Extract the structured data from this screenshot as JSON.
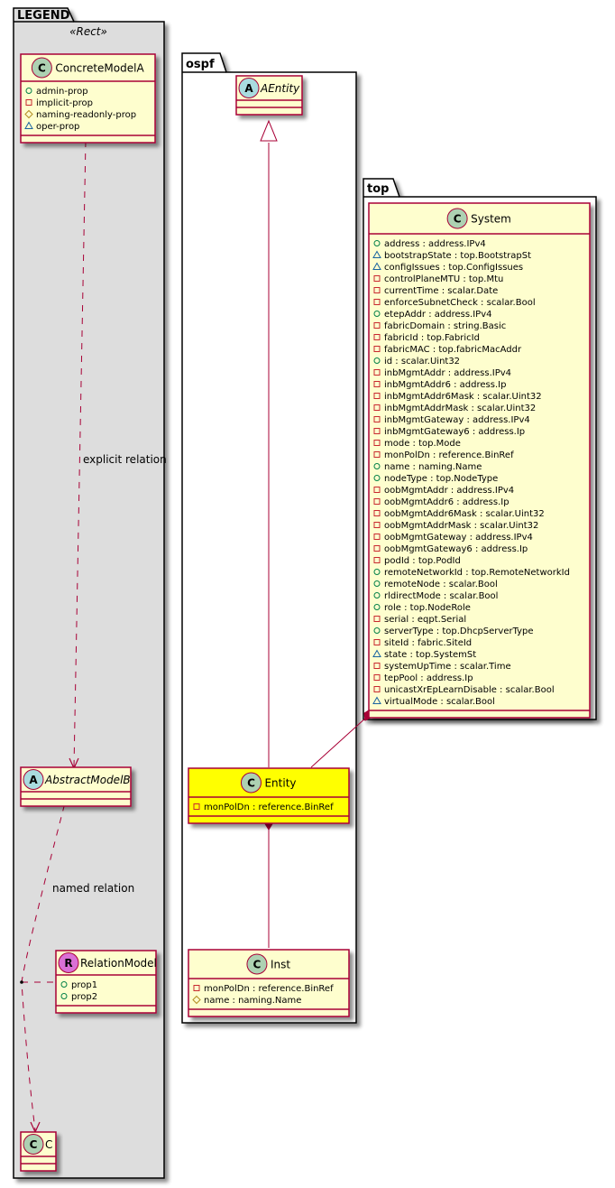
{
  "colors": {
    "class_fill": "#FEFECE",
    "class_border": "#A80036",
    "highlight_fill": "#FFFF00",
    "legend_bg": "#DDDDDD",
    "spot_class": "#ADD1B2",
    "spot_abstract": "#A9DCDF",
    "spot_relation": "#DA70D6",
    "vis_public": "#038048",
    "vis_private": "#C82930",
    "vis_protected": "#B38D22",
    "vis_package": "#1963A0"
  },
  "packages": {
    "legend": {
      "name": "LEGEND",
      "stereotype": "«Rect»"
    },
    "ospf": {
      "name": "ospf"
    },
    "top": {
      "name": "top"
    }
  },
  "classes": {
    "concreteModelA": {
      "name": "ConcreteModelA",
      "spot": "C",
      "abstract": false,
      "attributes": [
        {
          "vis": "public",
          "text": "admin-prop"
        },
        {
          "vis": "private",
          "text": "implicit-prop"
        },
        {
          "vis": "protected",
          "text": "naming-readonly-prop"
        },
        {
          "vis": "package",
          "text": "oper-prop"
        }
      ]
    },
    "abstractModelB": {
      "name": "AbstractModelB",
      "spot": "A",
      "abstract": true,
      "attributes": []
    },
    "relationModel": {
      "name": "RelationModel",
      "spot": "R",
      "abstract": false,
      "attributes": [
        {
          "vis": "public",
          "text": "prop1"
        },
        {
          "vis": "public",
          "text": "prop2"
        }
      ]
    },
    "c": {
      "name": "C",
      "spot": "C",
      "abstract": false,
      "attributes": []
    },
    "aEntity": {
      "name": "AEntity",
      "spot": "A",
      "abstract": true,
      "attributes": []
    },
    "entity": {
      "name": "Entity",
      "spot": "C",
      "abstract": false,
      "highlight": true,
      "attributes": [
        {
          "vis": "private",
          "text": "monPolDn : reference.BinRef"
        }
      ]
    },
    "inst": {
      "name": "Inst",
      "spot": "C",
      "abstract": false,
      "attributes": [
        {
          "vis": "private",
          "text": "monPolDn : reference.BinRef"
        },
        {
          "vis": "protected",
          "text": "name : naming.Name"
        }
      ]
    },
    "system": {
      "name": "System",
      "spot": "C",
      "abstract": false,
      "attributes": [
        {
          "vis": "public",
          "text": "address : address.IPv4"
        },
        {
          "vis": "package",
          "text": "bootstrapState : top.BootstrapSt"
        },
        {
          "vis": "package",
          "text": "configIssues : top.ConfigIssues"
        },
        {
          "vis": "private",
          "text": "controlPlaneMTU : top.Mtu"
        },
        {
          "vis": "private",
          "text": "currentTime : scalar.Date"
        },
        {
          "vis": "private",
          "text": "enforceSubnetCheck : scalar.Bool"
        },
        {
          "vis": "public",
          "text": "etepAddr : address.IPv4"
        },
        {
          "vis": "private",
          "text": "fabricDomain : string.Basic"
        },
        {
          "vis": "private",
          "text": "fabricId : top.FabricId"
        },
        {
          "vis": "private",
          "text": "fabricMAC : top.fabricMacAddr"
        },
        {
          "vis": "public",
          "text": "id : scalar.Uint32"
        },
        {
          "vis": "private",
          "text": "inbMgmtAddr : address.IPv4"
        },
        {
          "vis": "private",
          "text": "inbMgmtAddr6 : address.Ip"
        },
        {
          "vis": "private",
          "text": "inbMgmtAddr6Mask : scalar.Uint32"
        },
        {
          "vis": "private",
          "text": "inbMgmtAddrMask : scalar.Uint32"
        },
        {
          "vis": "private",
          "text": "inbMgmtGateway : address.IPv4"
        },
        {
          "vis": "private",
          "text": "inbMgmtGateway6 : address.Ip"
        },
        {
          "vis": "private",
          "text": "mode : top.Mode"
        },
        {
          "vis": "private",
          "text": "monPolDn : reference.BinRef"
        },
        {
          "vis": "public",
          "text": "name : naming.Name"
        },
        {
          "vis": "public",
          "text": "nodeType : top.NodeType"
        },
        {
          "vis": "private",
          "text": "oobMgmtAddr : address.IPv4"
        },
        {
          "vis": "private",
          "text": "oobMgmtAddr6 : address.Ip"
        },
        {
          "vis": "private",
          "text": "oobMgmtAddr6Mask : scalar.Uint32"
        },
        {
          "vis": "private",
          "text": "oobMgmtAddrMask : scalar.Uint32"
        },
        {
          "vis": "private",
          "text": "oobMgmtGateway : address.IPv4"
        },
        {
          "vis": "private",
          "text": "oobMgmtGateway6 : address.Ip"
        },
        {
          "vis": "private",
          "text": "podId : top.PodId"
        },
        {
          "vis": "public",
          "text": "remoteNetworkId : top.RemoteNetworkId"
        },
        {
          "vis": "public",
          "text": "remoteNode : scalar.Bool"
        },
        {
          "vis": "public",
          "text": "rldirectMode : scalar.Bool"
        },
        {
          "vis": "public",
          "text": "role : top.NodeRole"
        },
        {
          "vis": "private",
          "text": "serial : eqpt.Serial"
        },
        {
          "vis": "public",
          "text": "serverType : top.DhcpServerType"
        },
        {
          "vis": "private",
          "text": "siteId : fabric.SiteId"
        },
        {
          "vis": "package",
          "text": "state : top.SystemSt"
        },
        {
          "vis": "private",
          "text": "systemUpTime : scalar.Time"
        },
        {
          "vis": "private",
          "text": "tepPool : address.Ip"
        },
        {
          "vis": "private",
          "text": "unicastXrEpLearnDisable : scalar.Bool"
        },
        {
          "vis": "package",
          "text": "virtualMode : scalar.Bool"
        }
      ]
    }
  },
  "relations": {
    "explicit": {
      "label": "explicit relation",
      "from": "ConcreteModelA",
      "to": "AbstractModelB",
      "type": "dependency"
    },
    "named": {
      "label": "named relation",
      "from": "AbstractModelB",
      "to": "C",
      "type": "dependency",
      "association_class": "RelationModel"
    },
    "inheritance": {
      "from": "Entity",
      "to": "AEntity",
      "type": "inheritance"
    },
    "system_entity": {
      "from": "System",
      "to": "Entity",
      "type": "composition"
    },
    "entity_inst": {
      "from": "Entity",
      "to": "Inst",
      "type": "composition"
    }
  }
}
